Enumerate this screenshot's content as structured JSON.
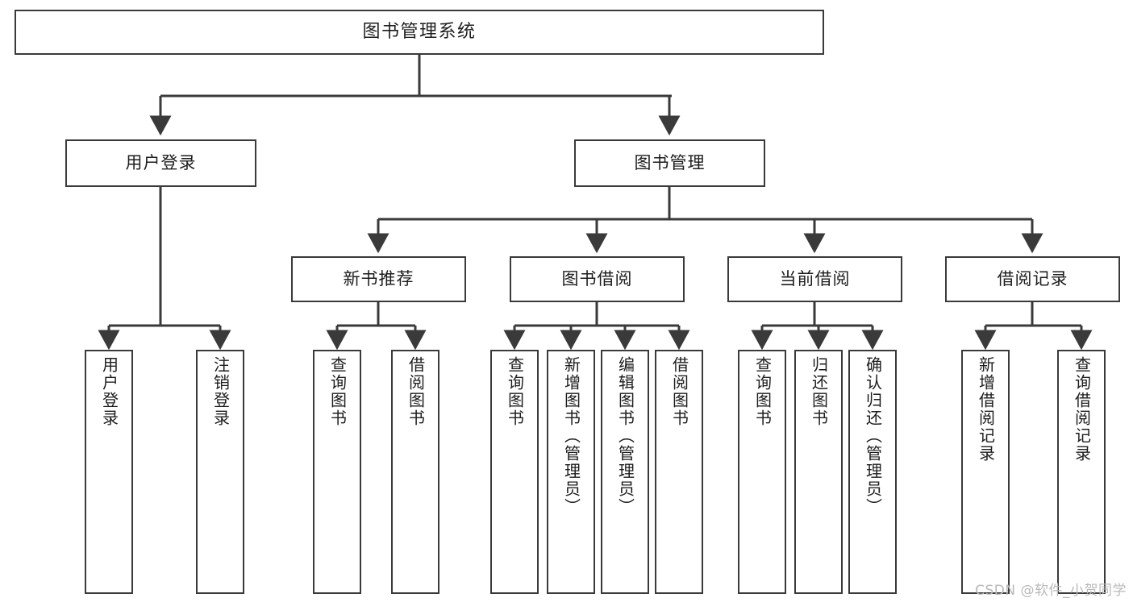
{
  "diagram": {
    "type": "tree",
    "title": "图书管理系统",
    "orientation": "top-down",
    "colors": {
      "background": "#ffffff",
      "box_border": "#3a3a3a",
      "box_fill": "#ffffff",
      "text": "#1d1d1d",
      "connector": "#3a3a3a",
      "watermark": "#b9b9b9"
    },
    "root": {
      "label": "图书管理系统"
    },
    "level2": [
      {
        "label": "用户登录"
      },
      {
        "label": "图书管理"
      }
    ],
    "level3": [
      {
        "label": "新书推荐"
      },
      {
        "label": "图书借阅"
      },
      {
        "label": "当前借阅"
      },
      {
        "label": "借阅记录"
      }
    ],
    "leaves": {
      "user_login": [
        {
          "label": "用户登录"
        },
        {
          "label": "注销登录"
        }
      ],
      "new_book_recommend": [
        {
          "label": "查询图书"
        },
        {
          "label": "借阅图书"
        }
      ],
      "book_borrow": [
        {
          "label": "查询图书"
        },
        {
          "label": "新增图书（管理员）"
        },
        {
          "label": "编辑图书（管理员）"
        },
        {
          "label": "借阅图书"
        }
      ],
      "current_borrow": [
        {
          "label": "查询图书"
        },
        {
          "label": "归还图书"
        },
        {
          "label": "确认归还（管理员）"
        }
      ],
      "borrow_record": [
        {
          "label": "新增借阅记录"
        },
        {
          "label": "查询借阅记录"
        }
      ]
    }
  },
  "watermark": {
    "text": "CSDN @软件_小贺同学"
  }
}
